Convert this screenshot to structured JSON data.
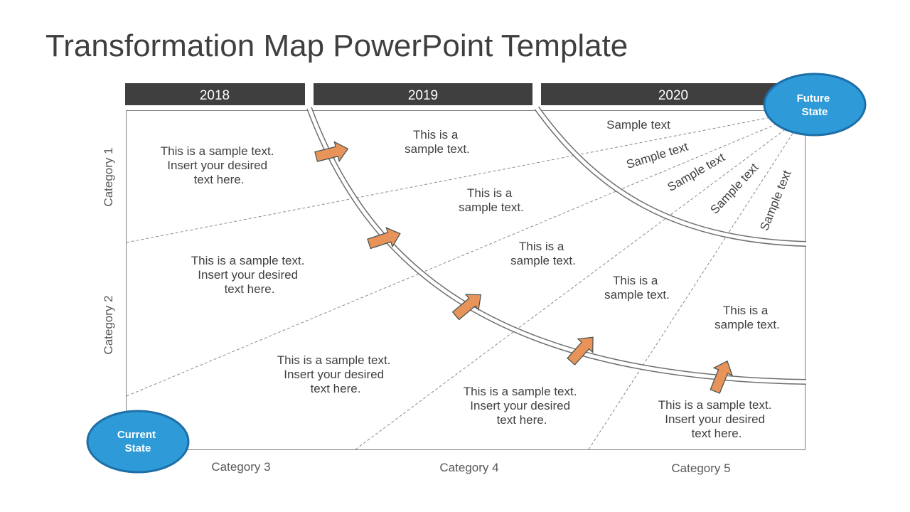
{
  "title": "Transformation Map PowerPoint Template",
  "colors": {
    "header_bar": "#3f3f3f",
    "state_fill": "#2e9bd8",
    "state_stroke": "#1e6fa8",
    "arrow_fill": "#e8935a"
  },
  "years": [
    "2018",
    "2019",
    "2020"
  ],
  "categories_y": [
    "Category 1",
    "Category 2"
  ],
  "categories_x": [
    "Category 3",
    "Category 4",
    "Category 5"
  ],
  "states": {
    "current": [
      "Current",
      "State"
    ],
    "future": [
      "Future",
      "State"
    ]
  },
  "blocks": {
    "b1": [
      "This is a sample text.",
      "Insert your desired",
      "text here."
    ],
    "b2": [
      "This is a sample text.",
      "Insert your desired",
      "text here."
    ],
    "b3": [
      "This is a sample text.",
      "Insert your desired",
      "text here."
    ],
    "b4": [
      "This is a sample text.",
      "Insert your desired",
      "text here."
    ],
    "b5": [
      "This is a sample text.",
      "Insert your desired",
      "text here."
    ],
    "s1": [
      "This is a",
      "sample text."
    ],
    "s2": [
      "This is a",
      "sample text."
    ],
    "s3": [
      "This is a",
      "sample text."
    ],
    "s4": [
      "This is a",
      "sample text."
    ],
    "s5": [
      "This is a",
      "sample text."
    ]
  },
  "rays": [
    "Sample text",
    "Sample text",
    "Sample text",
    "Sample text",
    "Sample text"
  ],
  "icons": [
    "arrow-icon"
  ]
}
